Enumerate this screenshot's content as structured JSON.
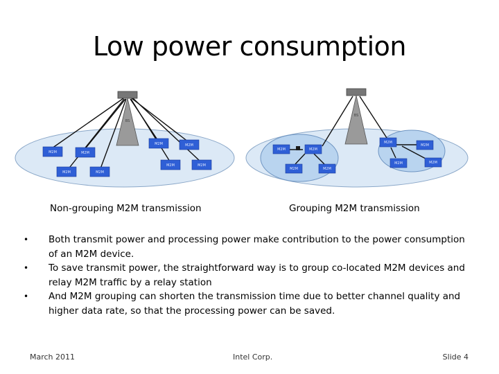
{
  "title": "Low power consumption",
  "diagram": {
    "left_caption": "Non-grouping M2M transmission",
    "right_caption": "Grouping M2M transmission",
    "left_nodes": [
      "M2M",
      "M2M",
      "M2M",
      "M2M",
      "M2M",
      "M2M",
      "M2M",
      "M2M"
    ],
    "right_nodes": [
      "M2M",
      "M2M",
      "M2M",
      "M2M",
      "M2M",
      "M2M",
      "M2M",
      "M2M",
      "M2M"
    ]
  },
  "bullets": [
    "Both transmit power and processing power make contribution to the power consumption of an M2M device.",
    "To save transmit power, the straightforward way is to group co-located M2M devices and relay M2M traffic by a relay station",
    "And M2M grouping can shorten the transmission time due to better channel quality and higher data rate, so that the processing power can be saved."
  ],
  "bullet_symbol": "•",
  "footer": {
    "date": "March 2011",
    "org": "Intel Corp.",
    "slide": "Slide 4"
  }
}
